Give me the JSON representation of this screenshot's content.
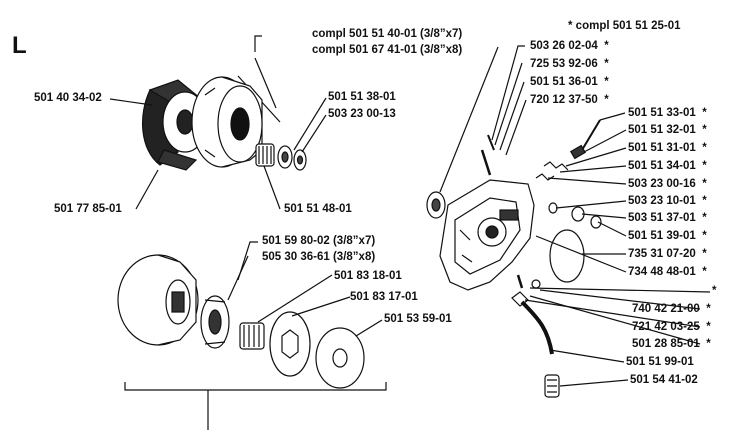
{
  "section_letter": "L",
  "parts": {
    "clutch_drum_set_a": "compl 501 51 40-01 (3/8”x7)",
    "clutch_drum_set_b": "compl 501 67 41-01 (3/8”x8)",
    "clutch_assembly": "501 40 34-02",
    "bearing": "501 51 38-01",
    "washer_small": "503 23 00-13",
    "clutch_spring": "501 77 85-01",
    "needle_bearing": "501 51 48-01",
    "drum_a": "501 59 80-02 (3/8”x7)",
    "drum_b": "505 30 36-61 (3/8”x8)",
    "rim_sprocket": "501 83 18-01",
    "spur_sprocket": "501 83 17-01",
    "washer_large": "501 53 59-01",
    "starred_kit": "* compl 501 51 25-01",
    "oil_seal": "503 26 02-04",
    "screw_a": "725 53 92-06",
    "screw_b": "501 51 36-01",
    "screw_c": "720 12 37-50",
    "adj_screw": "501 51 33-01",
    "adj_needle": "501 51 32-01",
    "spring_a": "501 51 31-01",
    "spring_b": "501 51 34-01",
    "ring_a": "503 23 00-16",
    "ring_b": "503 23 10-01",
    "piston": "503 51 37-01",
    "plunger": "501 51 39-01",
    "o_ring": "735 31 07-20",
    "seal_ring": "734 48 48-01",
    "star_only": "*",
    "screw_d": "740 42 21-00",
    "nut": "721 42 03-25",
    "oil_hose": "501 28 85-01",
    "hose": "501 51 99-01",
    "filter": "501 54 41-02",
    "star": "*"
  }
}
